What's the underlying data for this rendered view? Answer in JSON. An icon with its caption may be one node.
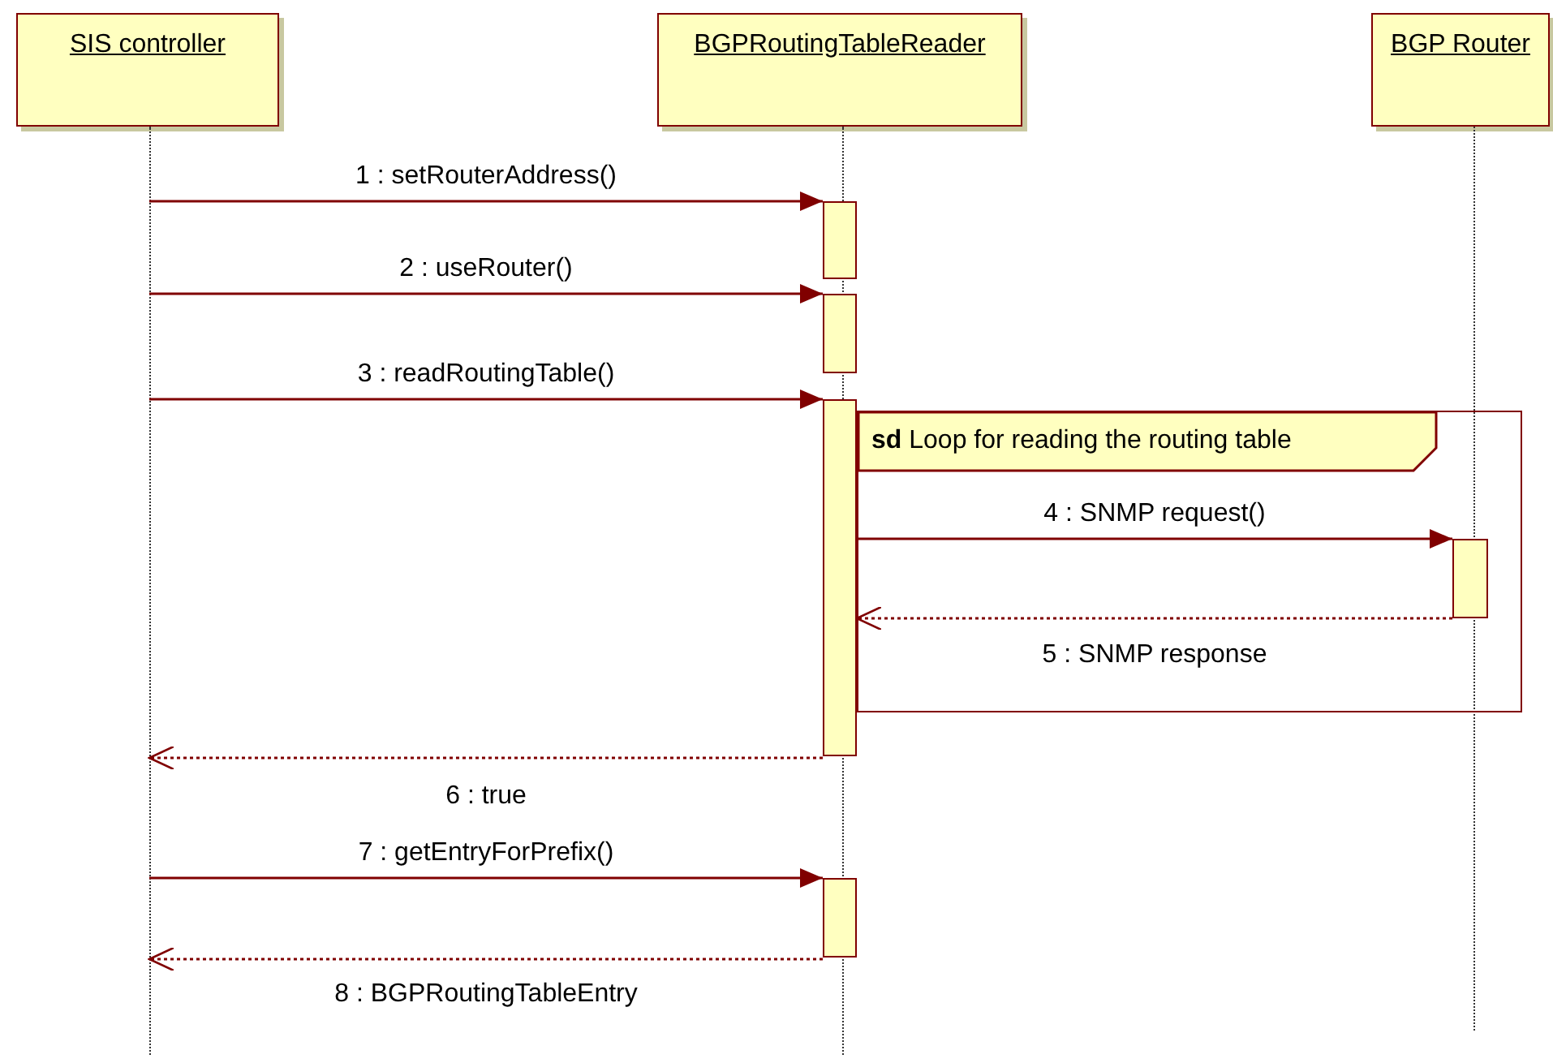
{
  "diagram": {
    "nodes": [
      {
        "text": [
          "SIS controller"
        ]
      },
      {
        "text": [
          "BGPRoutingTableReader"
        ]
      },
      {
        "text": [
          "BGP Router"
        ]
      },
      {
        "text": [],
        "shape": "line"
      },
      {
        "text": [],
        "shape": "line"
      },
      {
        "text": [],
        "shape": "line"
      },
      {
        "text": [],
        "shape": "bar"
      },
      {
        "text": [],
        "shape": "bar"
      },
      {
        "text": [],
        "shape": "bar"
      },
      {
        "text": [
          "**sd** Loop for reading the routing table"
        ]
      },
      {
        "text": [],
        "shape": "bar",
        "in": 9
      },
      {
        "text": [],
        "shape": "bar"
      }
    ],
    "edges": [
      {
        "from": 3,
        "to": 6,
        "arrow": "to",
        "label": "1 : setRouterAddress()"
      },
      {
        "from": 3,
        "to": 7,
        "arrow": "to",
        "label": "2 : useRouter()"
      },
      {
        "from": 3,
        "to": 8,
        "arrow": "to",
        "label": "3 : readRoutingTable()"
      },
      {
        "from": 8,
        "to": 10,
        "arrow": "to",
        "label": "4 : SNMP request()"
      },
      {
        "from": 10,
        "to": 8,
        "arrow": "to",
        "label": "5 : SNMP response",
        "style": "dashed"
      },
      {
        "from": 8,
        "to": 3,
        "arrow": "to",
        "label": "6 : true",
        "style": "dashed"
      },
      {
        "from": 3,
        "to": 11,
        "arrow": "to",
        "label": "7 : getEntryForPrefix()"
      },
      {
        "from": 11,
        "to": 3,
        "arrow": "to",
        "label": "8 : BGPRoutingTableEntry",
        "style": "dashed"
      }
    ]
  }
}
